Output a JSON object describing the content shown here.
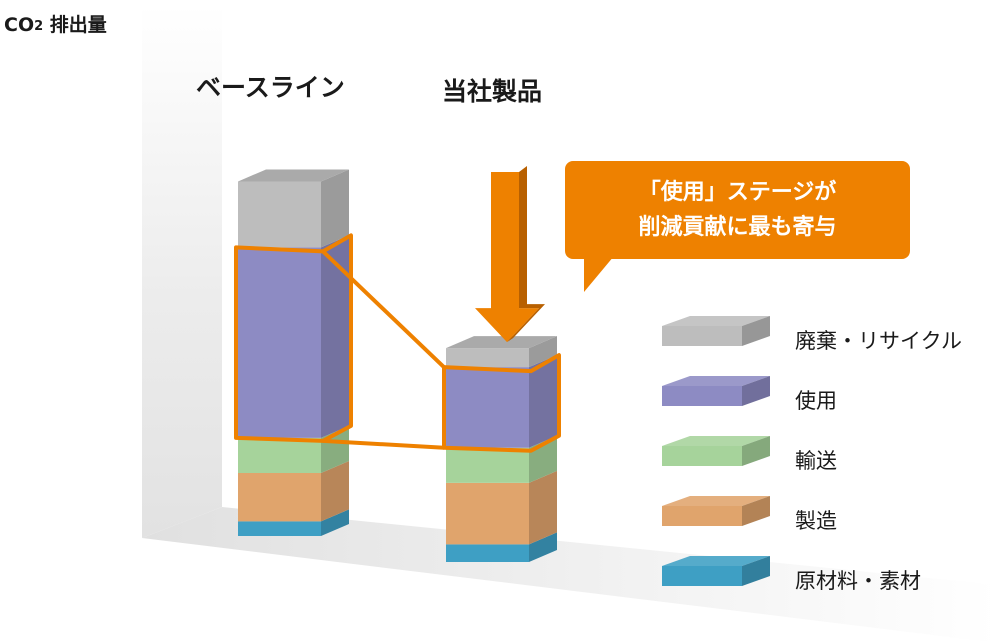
{
  "chart_data": {
    "type": "bar",
    "stacked": true,
    "y_title": {
      "prefix": "CO",
      "sub": "2",
      "suffix": " 排出量"
    },
    "categories": [
      "ベースライン",
      "当社製品"
    ],
    "series": [
      {
        "name": "原材料・素材",
        "color": "#3e9fc4",
        "values": [
          1.0,
          1.2
        ]
      },
      {
        "name": "製造",
        "color": "#e0a46c",
        "values": [
          3.3,
          4.2
        ]
      },
      {
        "name": "輸送",
        "color": "#a6d39b",
        "values": [
          2.4,
          2.4
        ]
      },
      {
        "name": "使用",
        "color": "#8d8bc3",
        "values": [
          13.0,
          5.5
        ]
      },
      {
        "name": "廃棄・リサイクル",
        "color": "#bdbdbd",
        "values": [
          4.5,
          1.3
        ]
      }
    ],
    "annotation": [
      "「使用」ステージが",
      "削減貢献に最も寄与"
    ],
    "grid": false,
    "legend_position": "right"
  }
}
